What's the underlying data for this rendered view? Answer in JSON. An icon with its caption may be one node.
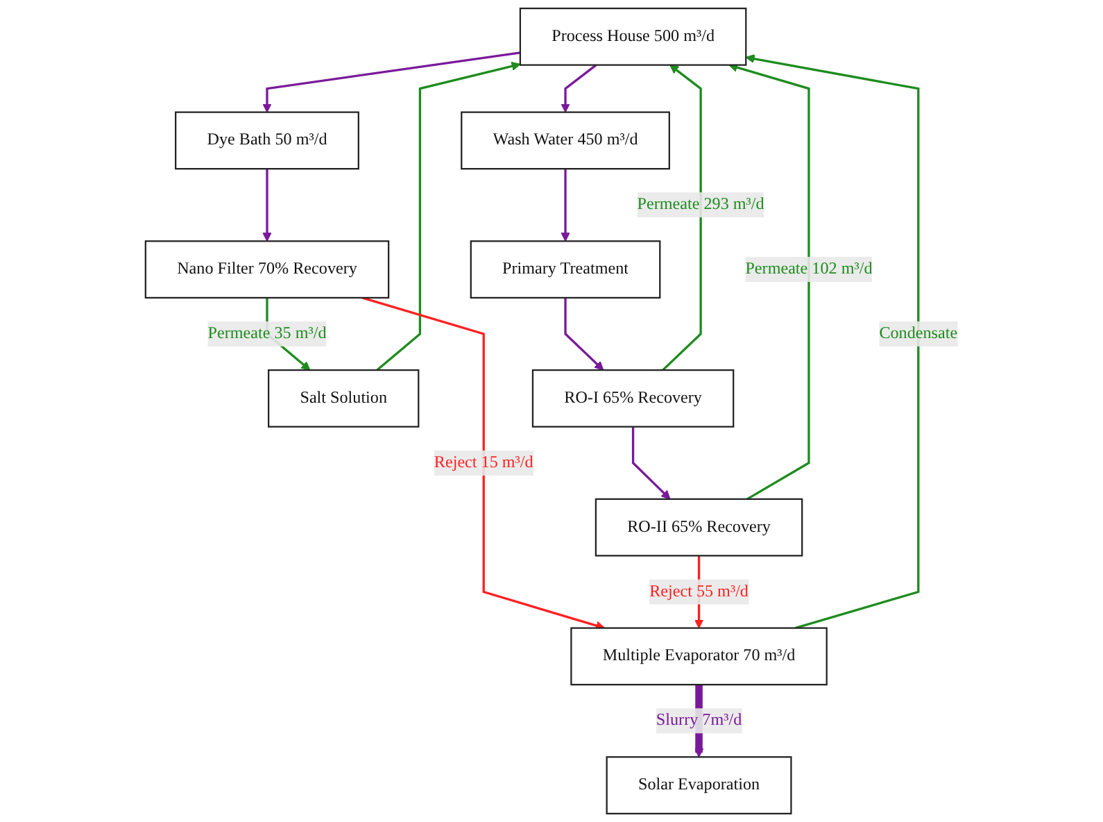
{
  "diagram": {
    "nodes": [
      {
        "text": [
          "Process House 500 m³/d"
        ]
      },
      {
        "text": [
          "Dye Bath 50 m³/d"
        ]
      },
      {
        "text": [
          "Wash Water 450 m³/d"
        ]
      },
      {
        "text": [
          "Salt Solution"
        ]
      },
      {
        "text": [
          "Primary Treatment"
        ]
      },
      {
        "text": [
          "RO-I 65% Recovery"
        ]
      },
      {
        "text": [
          "Nano Filter 70% Recovery"
        ]
      },
      {
        "text": [
          "RO-II 65% Recovery"
        ]
      },
      {
        "text": [
          "Multiple Evaporator 70 m³/d"
        ]
      },
      {
        "text": [
          "Solar Evaporation"
        ]
      }
    ],
    "edges": [
      {
        "from": 0,
        "to": 1,
        "arrow": "to"
      },
      {
        "from": 0,
        "to": 2,
        "arrow": "to"
      },
      {
        "from": 1,
        "to": 6,
        "arrow": "to"
      },
      {
        "from": 2,
        "to": 4,
        "arrow": "to"
      },
      {
        "from": 4,
        "to": 5,
        "arrow": "to"
      },
      {
        "from": 5,
        "to": 7,
        "arrow": "to"
      },
      {
        "from": 6,
        "to": 3,
        "arrow": "to",
        "label": "Permeate 35 m³/d",
        "color": "#1e8c1e"
      },
      {
        "from": 3,
        "to": 0,
        "arrow": "to",
        "color": "#1e8c1e"
      },
      {
        "from": 5,
        "to": 0,
        "arrow": "to",
        "label": "Permeate 293 m³/d",
        "color": "#1e8c1e"
      },
      {
        "from": 7,
        "to": 0,
        "arrow": "to",
        "label": "Permeate 102 m³/d",
        "color": "#1e8c1e"
      },
      {
        "from": 8,
        "to": 0,
        "arrow": "to",
        "label": "Condensate",
        "color": "#1e8c1e"
      },
      {
        "from": 6,
        "to": 8,
        "arrow": "to",
        "label": "Reject 15 m³/d",
        "color": "#ff2020"
      },
      {
        "from": 7,
        "to": 8,
        "arrow": "to",
        "label": "Reject 55 m³/d",
        "color": "#ff2020"
      },
      {
        "from": 8,
        "to": 9,
        "arrow": "to",
        "label": "Slurry 7m³/d",
        "style": "thick"
      }
    ]
  }
}
